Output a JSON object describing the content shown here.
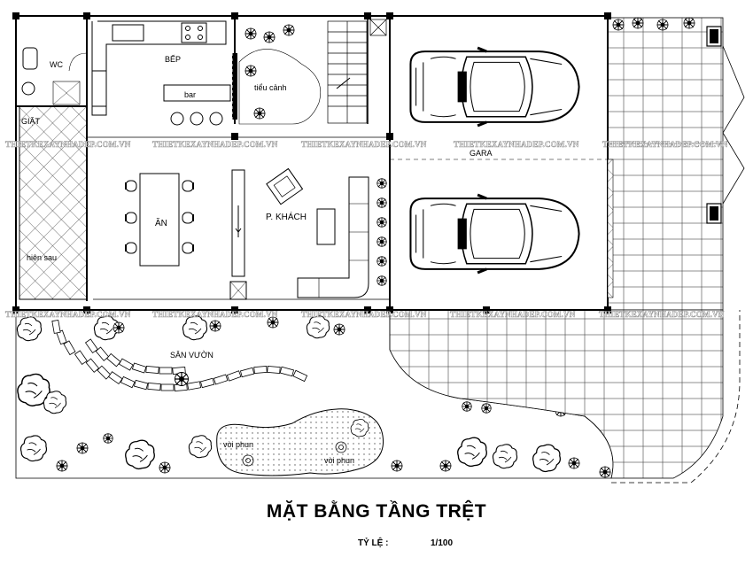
{
  "drawing": {
    "title": "MẶT BẰNG TẦNG TRỆT",
    "scale_label": "TỶ LỆ :",
    "scale_value": "1/100"
  },
  "rooms": {
    "wc": "WC",
    "kitchen": "BẾP",
    "bar": "bar",
    "mini_garden": "tiểu cảnh",
    "laundry": "GIẶT",
    "dining": "ĂN",
    "living": "P. KHÁCH",
    "garage": "GARA",
    "back_yard": "hiên sau",
    "garden": "SÂN VƯỜN",
    "fountain_1": "vòi phun",
    "fountain_2": "vòi phun"
  },
  "watermark": "THIETKEXAYNHADEP.COM.VN"
}
